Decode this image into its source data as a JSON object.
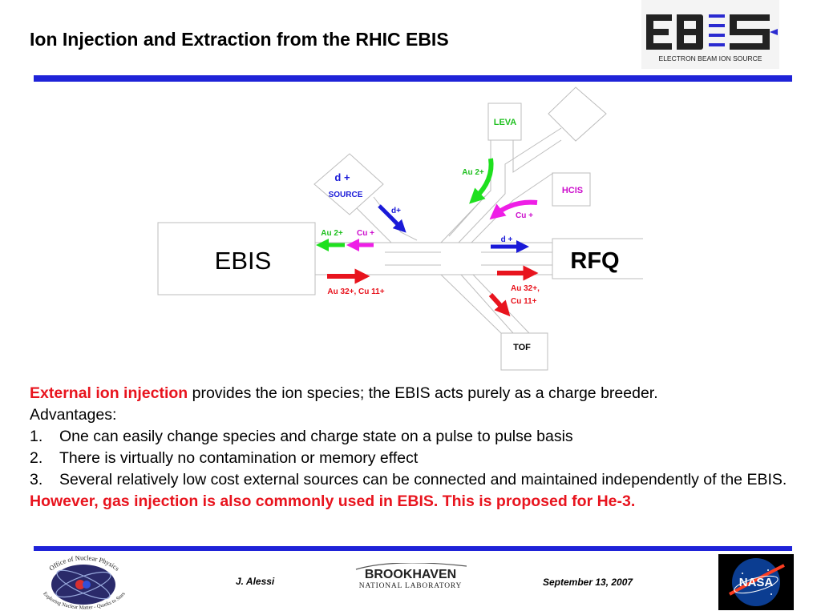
{
  "title": "Ion Injection and Extraction from the RHIC EBIS",
  "logo": {
    "letters": "EBIS",
    "subtitle": "ELECTRON BEAM ION SOURCE"
  },
  "diagram": {
    "ebis_label": "EBIS",
    "rfq_label": "RFQ",
    "leva_label": "LEVA",
    "hcis_label": "HCIS",
    "tof_label": "TOF",
    "source_title": "d +",
    "source_label": "SOURCE",
    "arrow_d_plus_source": "d+",
    "arrow_au2_leva": "Au 2+",
    "arrow_cu_hcis": "Cu +",
    "arrow_d_rfq": "d +",
    "arrow_au2_ebis": "Au 2+",
    "arrow_cu_ebis": "Cu +",
    "arrow_extract_ebis": "Au 32+, Cu 11+",
    "arrow_extract_tof_line1": "Au 32+,",
    "arrow_extract_tof_line2": "Cu 11+",
    "colors": {
      "green": "#1fe01f",
      "magenta": "#ee1ee6",
      "blue": "#1a1ad8",
      "red": "#e8141e",
      "hcis": "#cc0ccc",
      "leva": "#1fc01f"
    }
  },
  "text": {
    "intro_red": "External ion injection",
    "intro_rest": " provides the ion species; the EBIS acts purely as a charge breeder.",
    "advantages": "Advantages:",
    "items": [
      {
        "num": "1.",
        "text": "One can easily change species and charge state on a pulse to pulse basis"
      },
      {
        "num": "2.",
        "text": "There is virtually no contamination or memory effect"
      },
      {
        "num": "3.",
        "text": "Several relatively low cost external sources can be connected and maintained independently of the EBIS."
      }
    ],
    "closing": "However, gas injection is also commonly used in EBIS.  This is proposed for He-3."
  },
  "footer": {
    "author": "J. Alessi",
    "date": "September  13, 2007",
    "bnl_line1": "BROOKHAVEN",
    "bnl_line2": "NATIONAL LABORATORY",
    "onp_top": "Office of Nuclear Physics",
    "onp_bottom": "Exploring Nuclear Matter - Quarks to Stars",
    "nasa": "NASA"
  }
}
